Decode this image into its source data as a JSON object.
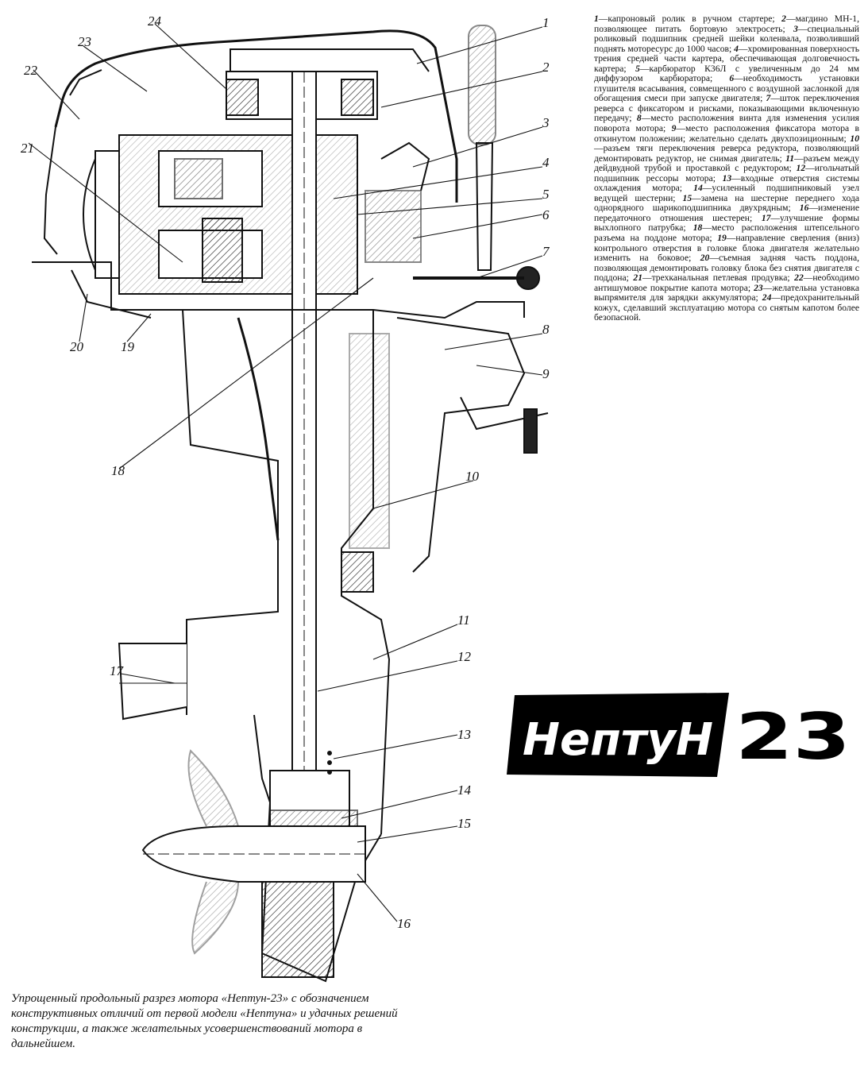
{
  "callouts": [
    "1",
    "2",
    "3",
    "4",
    "5",
    "6",
    "7",
    "8",
    "9",
    "10",
    "11",
    "12",
    "13",
    "14",
    "15",
    "16",
    "17",
    "18",
    "19",
    "20",
    "21",
    "22",
    "23",
    "24"
  ],
  "legend": [
    {
      "num": "1",
      "text": "—капроновый ролик в ручном стартере;"
    },
    {
      "num": "2",
      "text": "—магдино МН-1, позволяющее питать бортовую электросеть;"
    },
    {
      "num": "3",
      "text": "—специальный роликовый подшипник средней шейки коленвала, позволивший поднять моторесурс до 1000 часов;"
    },
    {
      "num": "4",
      "text": "—хромированная поверхность трения средней части картера, обеспечивающая долговечность картера;"
    },
    {
      "num": "5",
      "text": "—карбюратор К36Л с увеличенным до 24 мм диффузором карбюратора;"
    },
    {
      "num": "6",
      "text": "—необходимость установки глушителя всасывания, совмещенного с воздушной заслонкой для обогащения смеси при запуске двигателя;"
    },
    {
      "num": "7",
      "text": "—шток переключения реверса с фиксатором и рисками, показывающими включенную передачу;"
    },
    {
      "num": "8",
      "text": "—место расположения винта для изменения усилия поворота мотора;"
    },
    {
      "num": "9",
      "text": "—место расположения фиксатора мотора в откинутом положении; желательно сделать двухпозиционным;"
    },
    {
      "num": "10",
      "text": "—разъем тяги переключения реверса редуктора, позволяющий демонтировать редуктор, не снимая двигатель;"
    },
    {
      "num": "11",
      "text": "—разъем между дейдвудной трубой и проставкой с редуктором;"
    },
    {
      "num": "12",
      "text": "—игольчатый подшипник рессоры мотора;"
    },
    {
      "num": "13",
      "text": "—входные отверстия системы охлаждения мотора;"
    },
    {
      "num": "14",
      "text": "—усиленный подшипниковый узел ведущей шестерни;"
    },
    {
      "num": "15",
      "text": "—замена на шестерне переднего хода однорядного шарикоподшипника двухрядным;"
    },
    {
      "num": "16",
      "text": "—изменение передаточного отношения шестерен;"
    },
    {
      "num": "17",
      "text": "—улучшение формы выхлопного патрубка;"
    },
    {
      "num": "18",
      "text": "—место расположения штепсельного разъема на поддоне мотора;"
    },
    {
      "num": "19",
      "text": "—направление сверления (вниз) контрольного отверстия в головке блока двигателя желательно изменить на боковое;"
    },
    {
      "num": "20",
      "text": "—съемная задняя часть поддона, позволяющая демонтировать головку блока без снятия двигателя с поддона;"
    },
    {
      "num": "21",
      "text": "—трехканальная петлевая продувка;"
    },
    {
      "num": "22",
      "text": "—необходимо антишумовое покрытие капота мотора;"
    },
    {
      "num": "23",
      "text": "—желательна установка выпрямителя для зарядки аккумулятора;"
    },
    {
      "num": "24",
      "text": "—предохранительный кожух, сделавший эксплуатацию мотора со снятым капотом более безопасной."
    }
  ],
  "caption": "Упрощенный продольный разрез мотора «Нептун-23» с обозначением конструктивных отличий от первой модели «Нептуна» и удачных решений конструкции, а также желательных усовершенствований мотора в дальнейшем.",
  "logo": {
    "word": "НептуН",
    "number": "23"
  }
}
